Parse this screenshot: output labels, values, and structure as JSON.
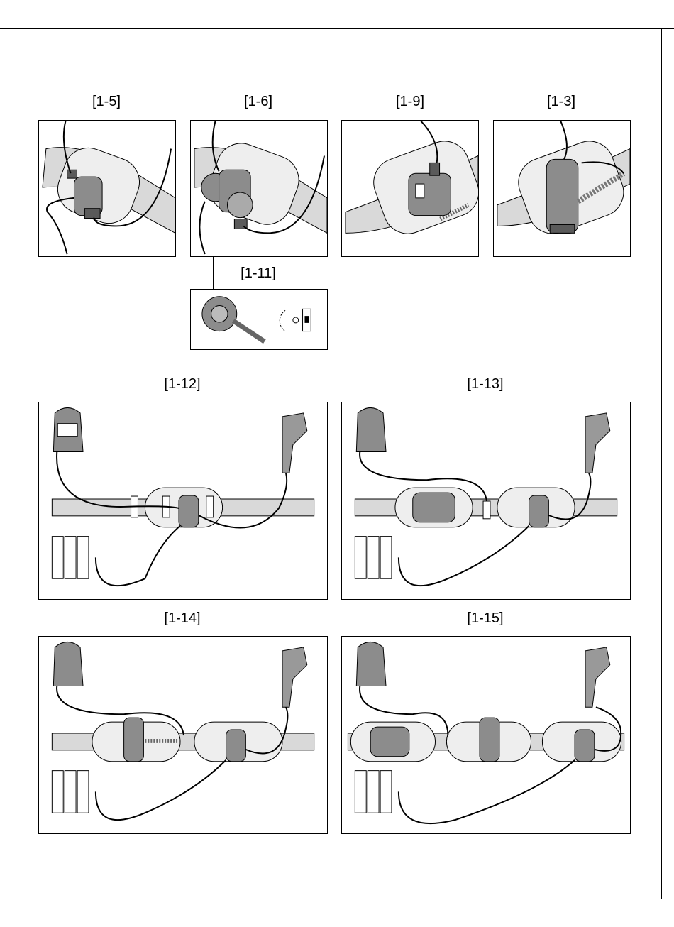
{
  "figures": {
    "f1_5": {
      "label": "[1-5]"
    },
    "f1_6": {
      "label": "[1-6]"
    },
    "f1_9": {
      "label": "[1-9]"
    },
    "f1_3": {
      "label": "[1-3]"
    },
    "f1_11": {
      "label": "[1-11]"
    },
    "f1_12": {
      "label": "[1-12]"
    },
    "f1_13": {
      "label": "[1-13]"
    },
    "f1_14": {
      "label": "[1-14]"
    },
    "f1_15": {
      "label": "[1-15]"
    }
  },
  "colors": {
    "belt": "#d9d9d9",
    "device": "#8c8c8c",
    "device_dark": "#5a5a5a",
    "line": "#000000"
  }
}
